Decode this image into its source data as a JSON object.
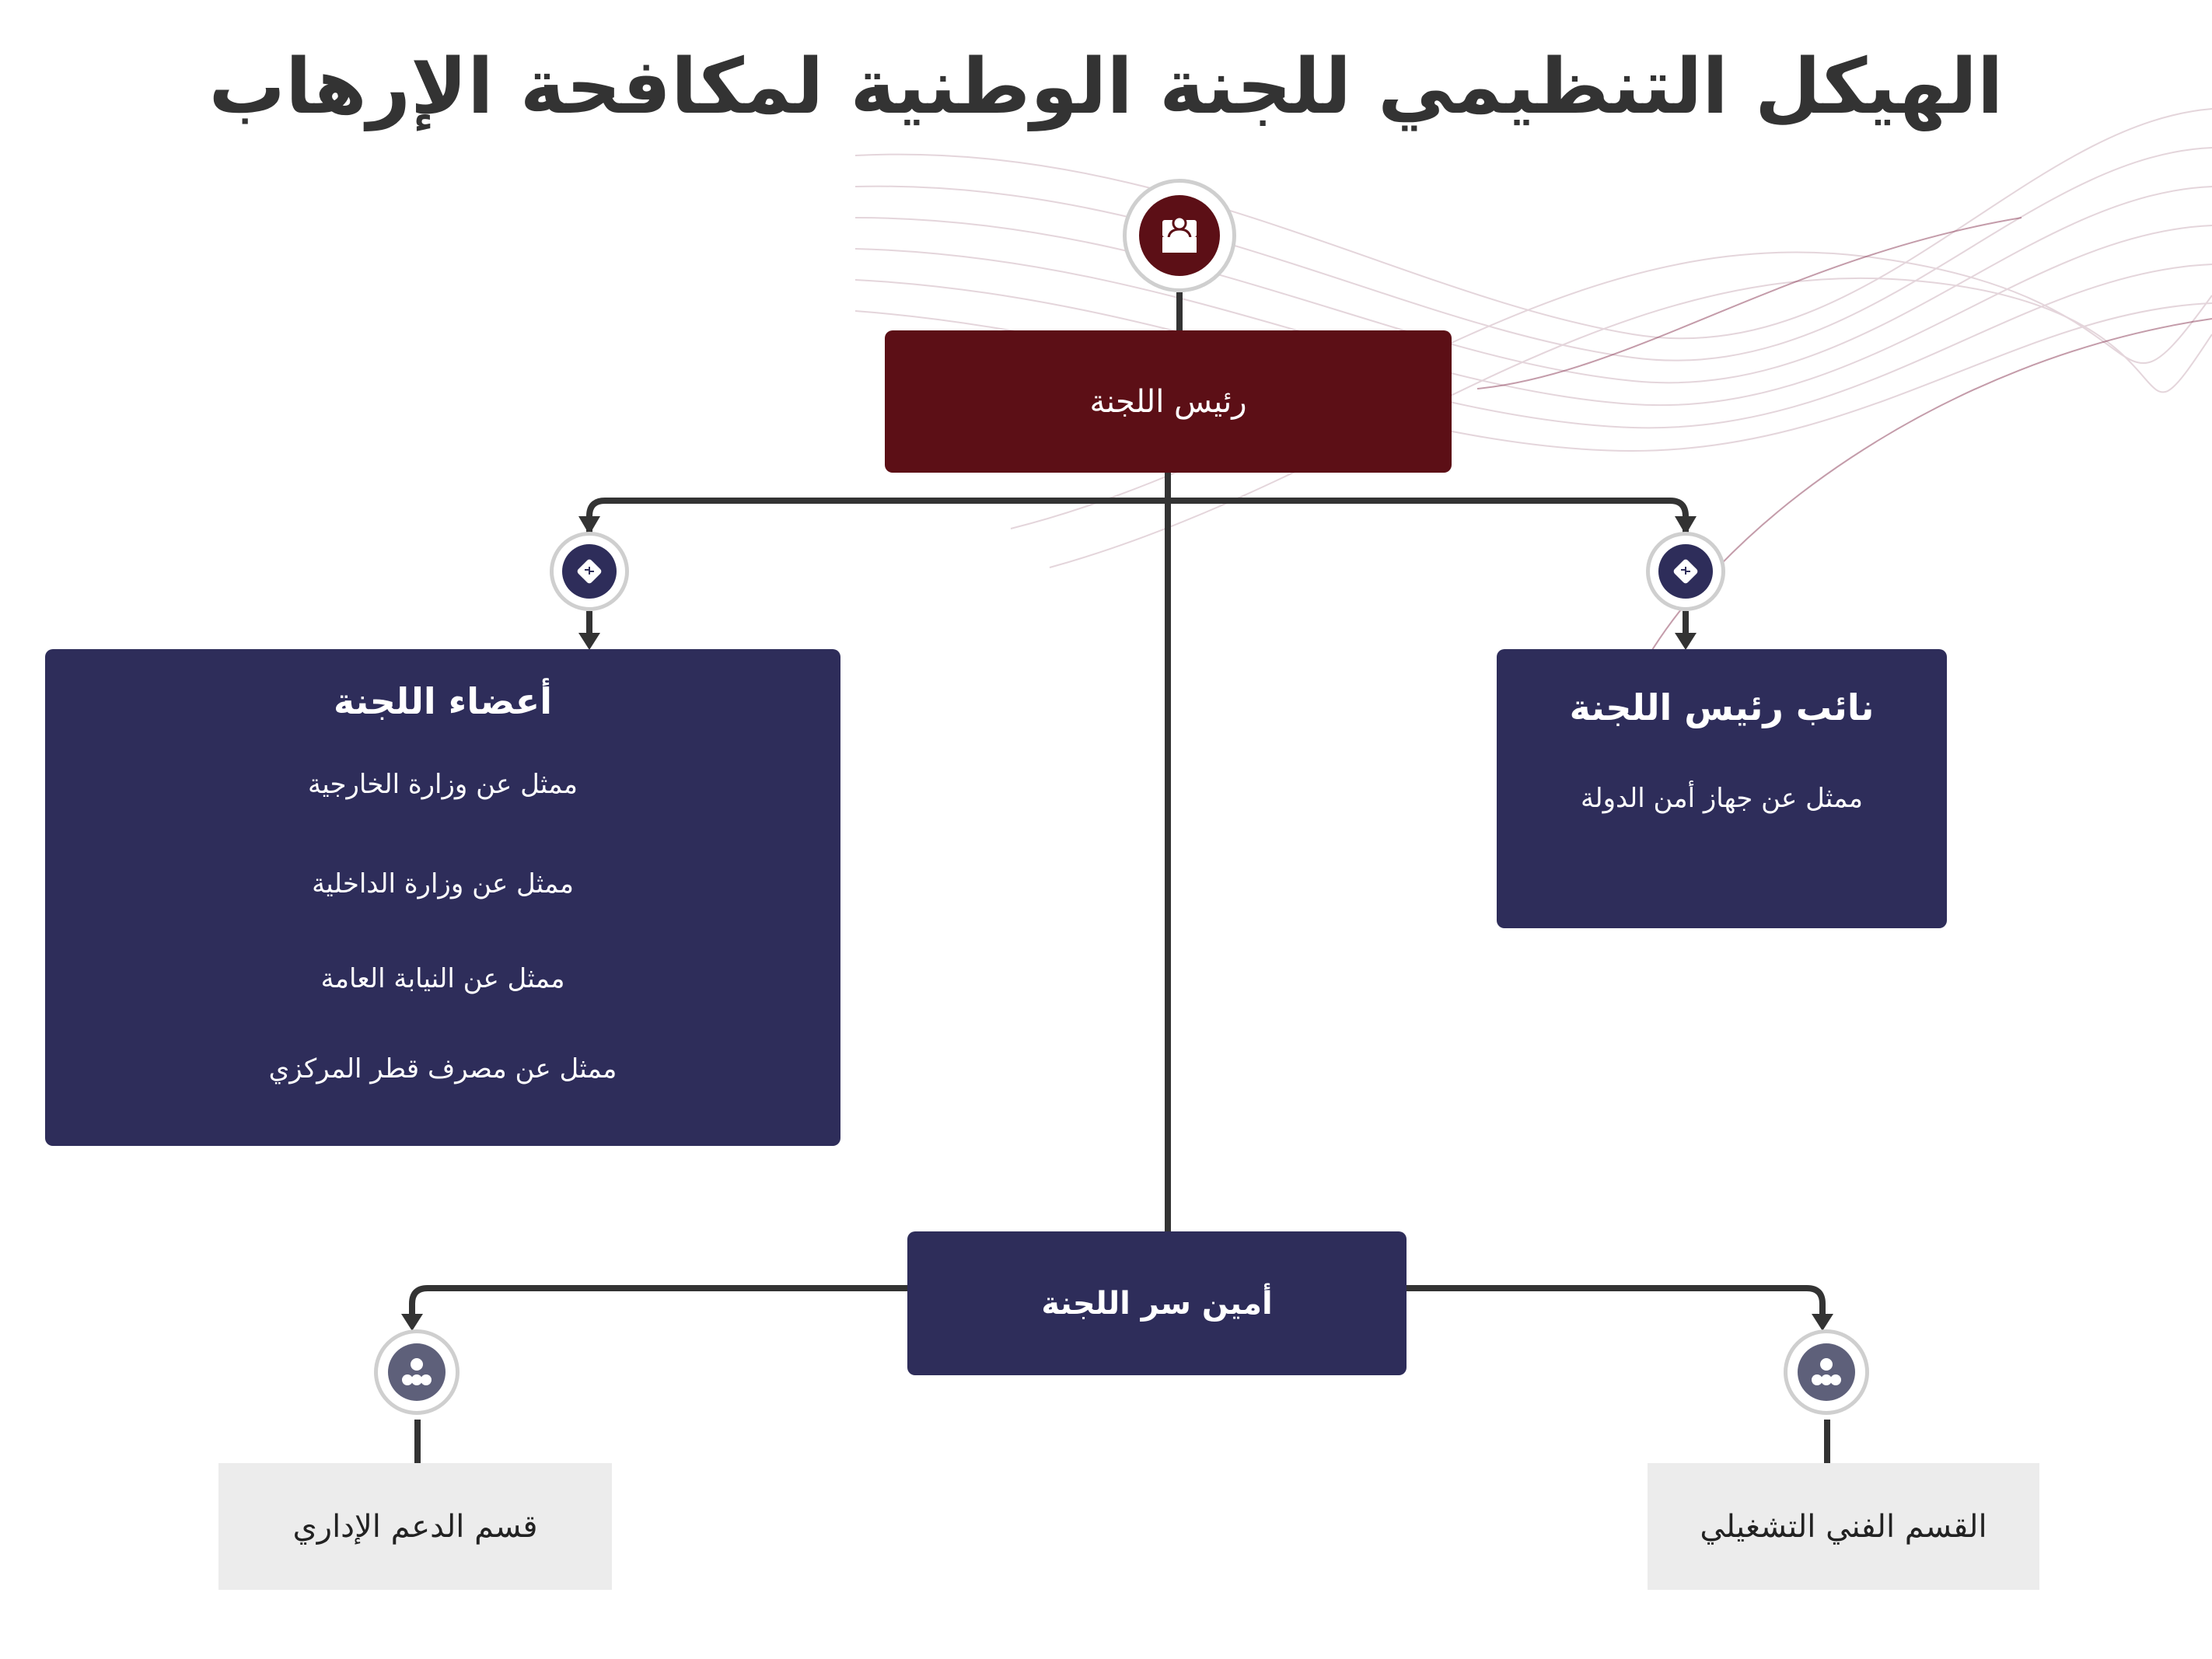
{
  "title": "الهيكل التنظيمي للجنة الوطنية لمكافحة الإرهاب",
  "chairman": {
    "label": "رئيس اللجنة",
    "icon": "podium-speaker-icon"
  },
  "vice_chairman": {
    "title": "نائب رئيس  اللجنة",
    "items": [
      "ممثل عن جهاز أمن الدولة"
    ],
    "icon": "puzzle-diamond-icon"
  },
  "members": {
    "title": "أعضاء اللجنة",
    "items": [
      "ممثل عن وزارة الخارجية",
      "ممثل عن وزارة الداخلية",
      "ممثل عن النيابة العامة",
      "ممثل عن مصرف قطر المركزي"
    ],
    "icon": "puzzle-diamond-icon"
  },
  "secretary": {
    "label": "أمين سر اللجنة"
  },
  "departments": [
    {
      "label": "القسم الفني التشغيلي",
      "icon": "org-hierarchy-icon"
    },
    {
      "label": "قسم الدعم الإداري",
      "icon": "org-hierarchy-icon"
    }
  ],
  "colors": {
    "maroon": "#5c0f16",
    "navy": "#2e2d5a",
    "slate": "#5e607a",
    "grey_box": "#ececec",
    "line": "#333333"
  }
}
